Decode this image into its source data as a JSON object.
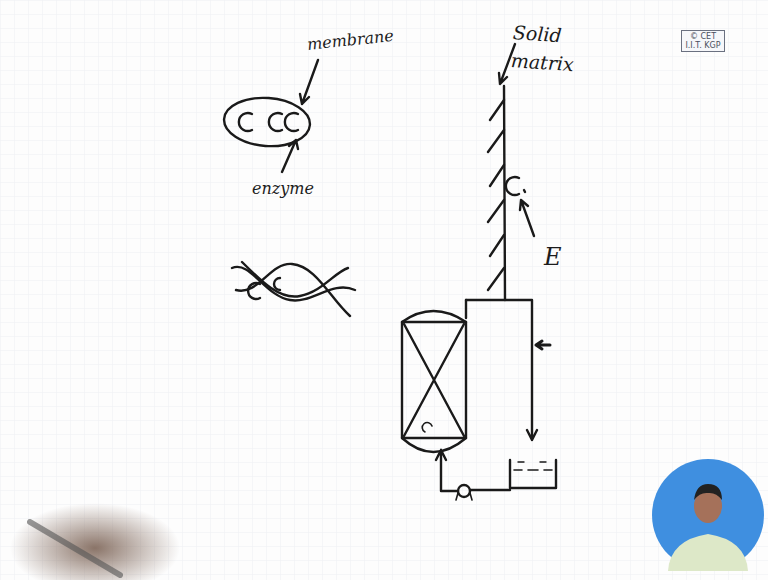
{
  "diagram": {
    "nodes": [
      {
        "text": [
          "© CET I.I.T. KGP"
        ]
      }
    ],
    "labels": [
      "membrane",
      "enzyme",
      "Solid matrix",
      "E"
    ]
  }
}
